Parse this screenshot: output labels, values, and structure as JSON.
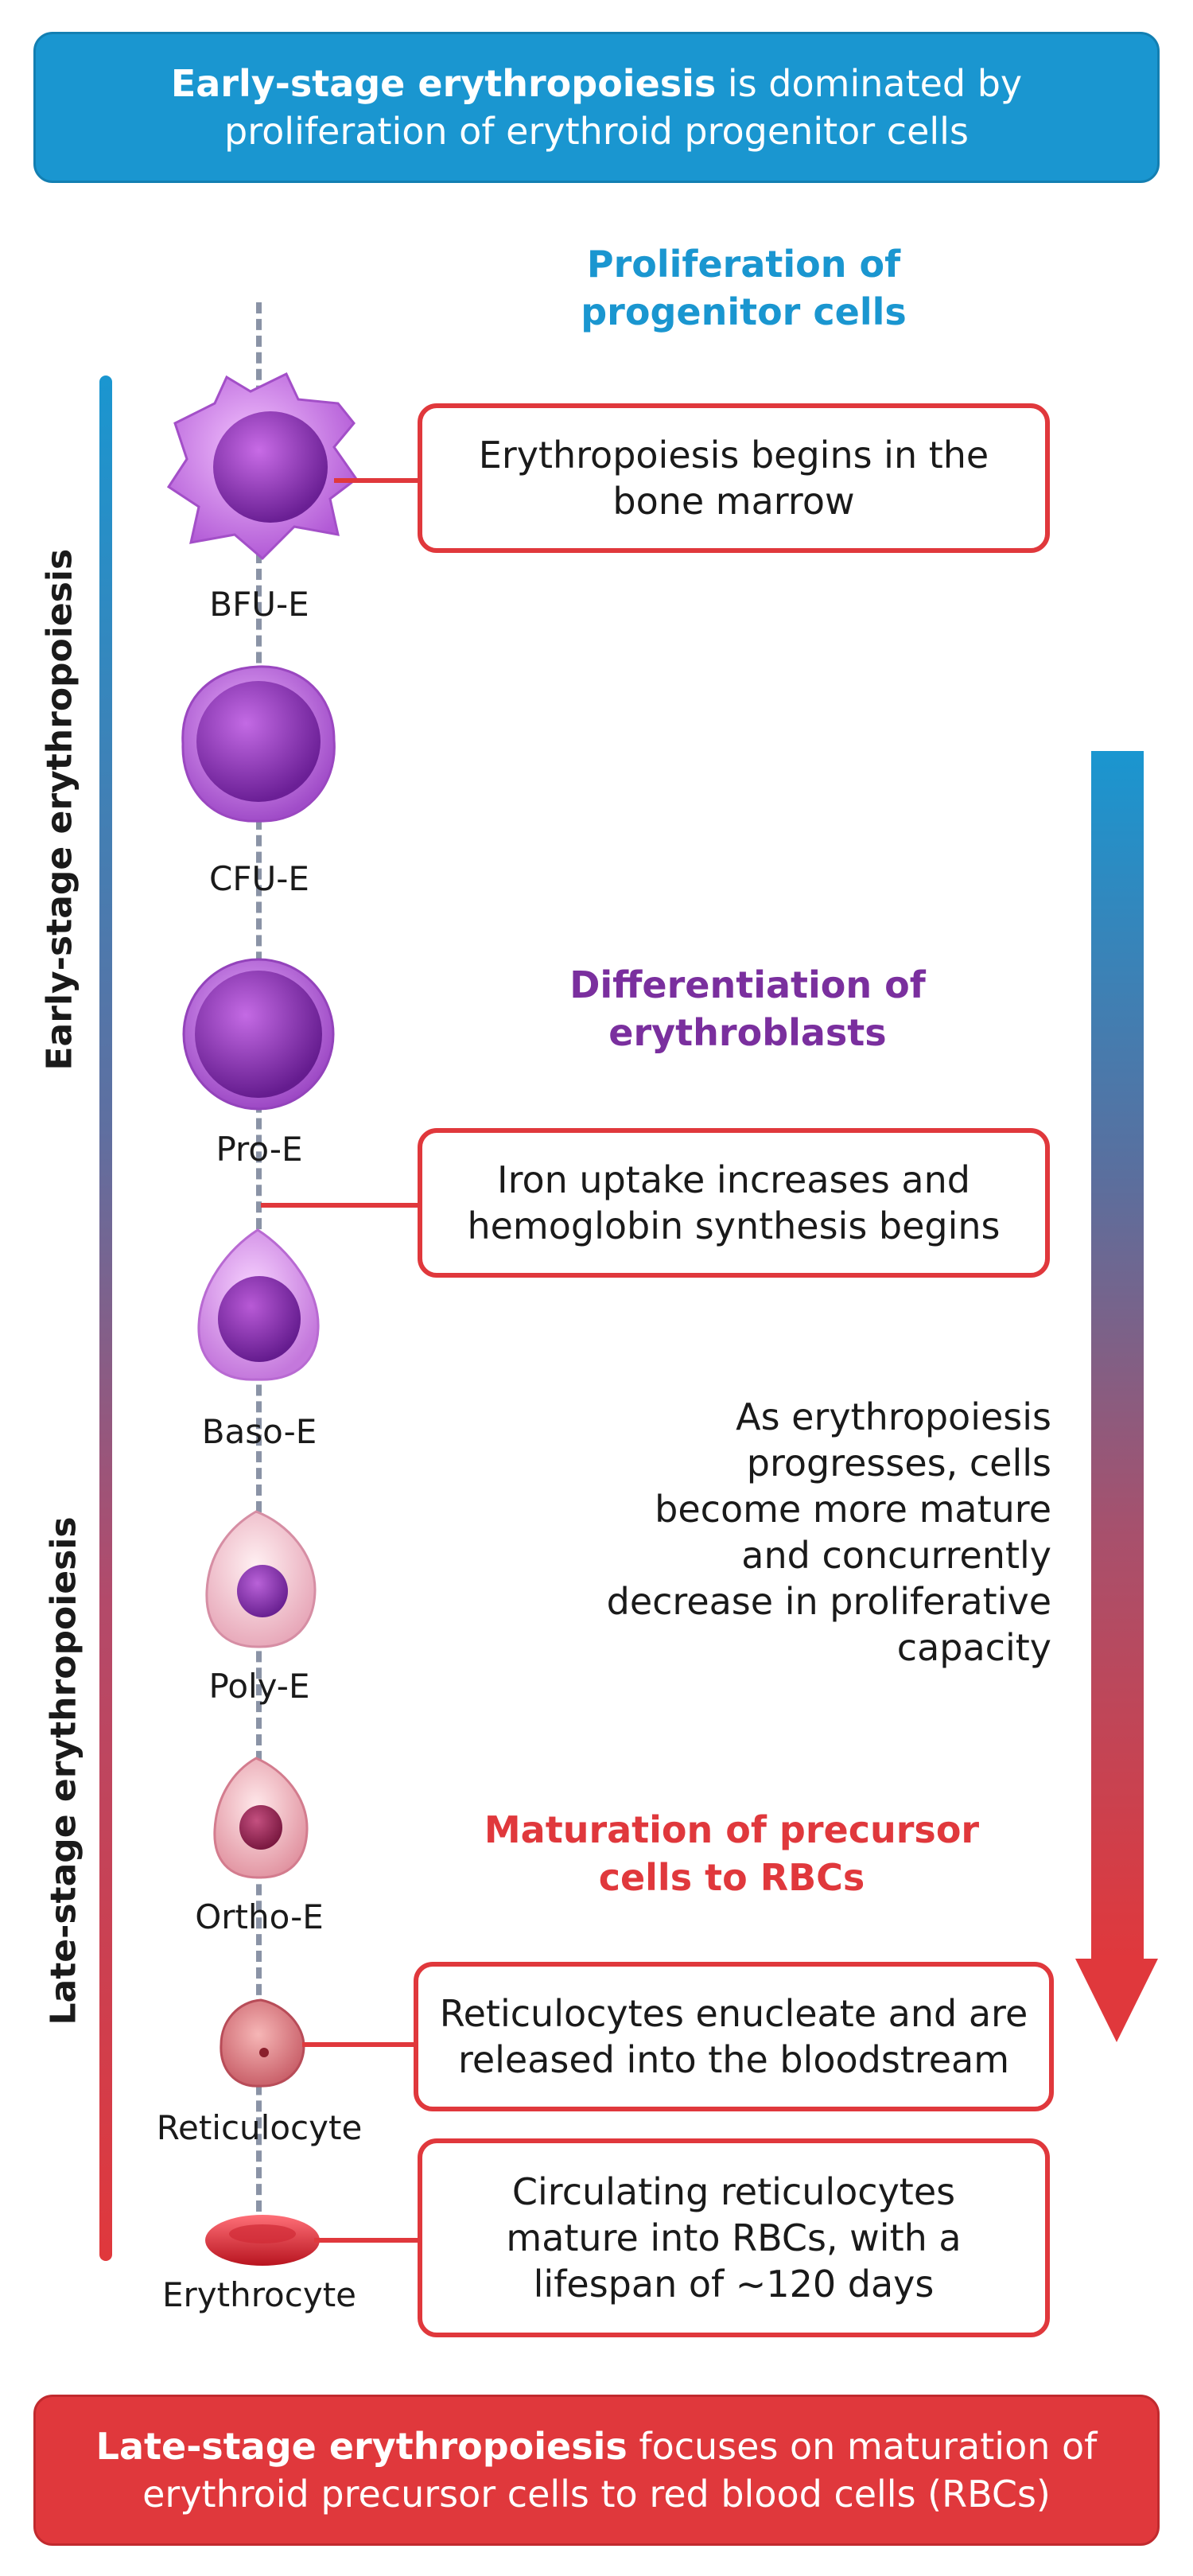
{
  "top_banner": {
    "bold": "Early-stage erythropoiesis",
    "rest": " is dominated by proliferation of erythroid progenitor cells"
  },
  "bottom_banner": {
    "bold": "Late-stage erythropoiesis",
    "rest": " focuses on maturation of erythroid precursor cells to red blood cells (RBCs)"
  },
  "headings": {
    "proliferation": "Proliferation of progenitor cells",
    "differentiation": "Differentiation of erythroblasts",
    "maturation": "Maturation of precursor cells to RBCs"
  },
  "side_labels": {
    "early": "Early-stage erythropoiesis",
    "late": "Late-stage erythropoiesis"
  },
  "cells": [
    {
      "name": "BFU-E"
    },
    {
      "name": "CFU-E"
    },
    {
      "name": "Pro-E"
    },
    {
      "name": "Baso-E"
    },
    {
      "name": "Poly-E"
    },
    {
      "name": "Ortho-E"
    },
    {
      "name": "Reticulocyte"
    },
    {
      "name": "Erythrocyte"
    }
  ],
  "notes": {
    "bone_marrow": "Erythropoiesis begins in the bone marrow",
    "iron": "Iron uptake increases and hemoglobin synthesis begins",
    "reticulocytes": "Reticulocytes enucleate and are released into the bloodstream",
    "circulating": "Circulating reticulocytes mature into RBCs, with a lifespan of ~120 days"
  },
  "progression_text": "As erythropoiesis progresses, cells become more mature and concurrently decrease in proliferative capacity",
  "colors": {
    "blue": "#1a96d0",
    "purple": "#7a2f9e",
    "red": "#e0383c"
  }
}
